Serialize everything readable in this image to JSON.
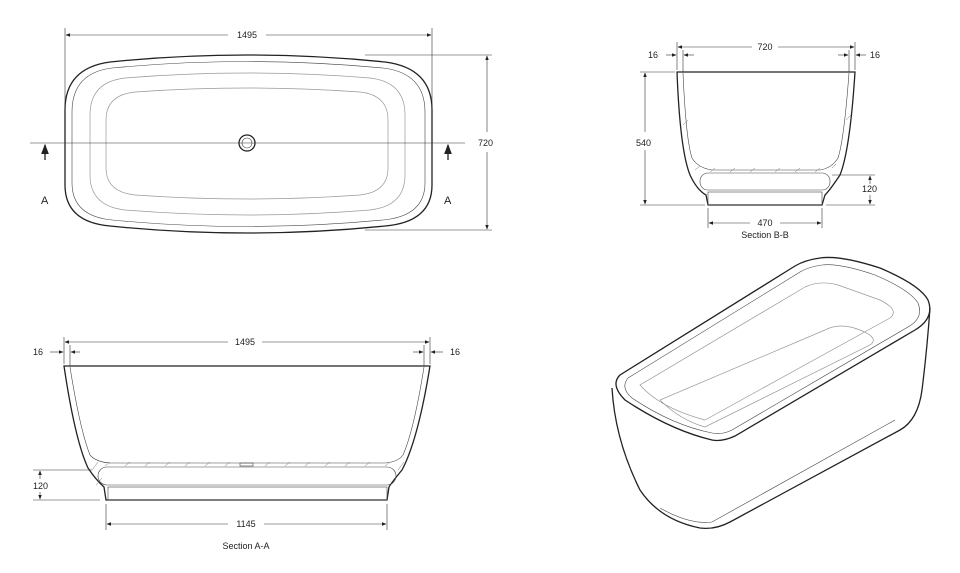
{
  "plan_view": {
    "length": "1495",
    "width": "720",
    "section_mark_left": "A",
    "section_mark_right": "A",
    "drain_icon": "drain"
  },
  "section_bb": {
    "width": "720",
    "wall_left": "16",
    "wall_right": "16",
    "height": "540",
    "plinth_height": "120",
    "base_width": "470",
    "caption": "Section B-B"
  },
  "section_aa": {
    "length": "1495",
    "wall_left": "16",
    "wall_right": "16",
    "plinth_height": "120",
    "base_length": "1145",
    "caption": "Section A-A"
  },
  "iso_view": {}
}
